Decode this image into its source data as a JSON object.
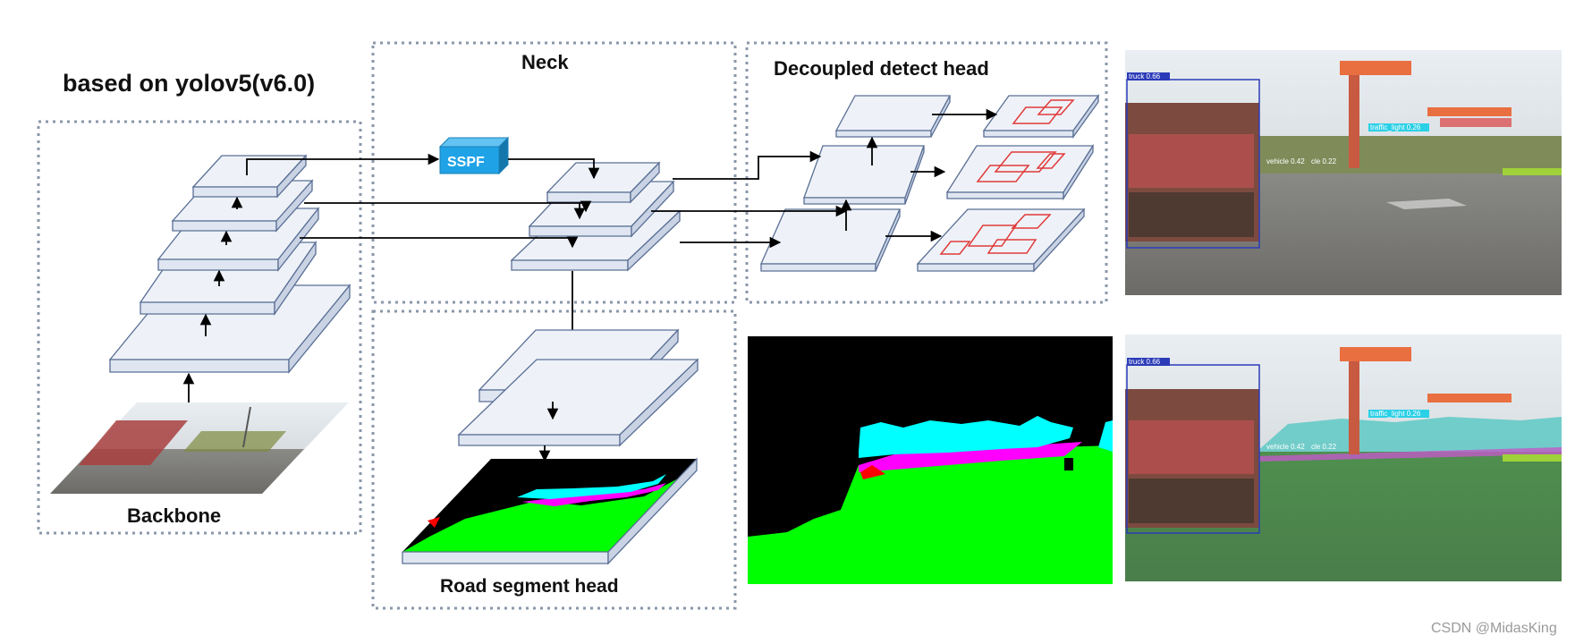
{
  "title": "based on yolov5(v6.0)",
  "sections": {
    "neck": "Neck",
    "detect_head": "Decoupled detect head",
    "backbone": "Backbone",
    "seg_head": "Road segment head"
  },
  "sspf_label": "SSPF",
  "photo_labels": {
    "truck": "truck 0.66",
    "traffic_light": "traffic_light 0.26",
    "vehicle": "vehicle 0.42",
    "cle": "cle 0.22"
  },
  "watermark": "CSDN @MidasKing",
  "colors": {
    "seg_background": "#000000",
    "seg_road": "#00ff00",
    "seg_vegetation": "#00ffff",
    "seg_vehicle": "#ff00ff",
    "seg_person": "#ff0000",
    "sspf_box": "#1fa3e6",
    "truck_box": "#2b3bb8",
    "traffic_light_box": "#2ad0e6"
  }
}
